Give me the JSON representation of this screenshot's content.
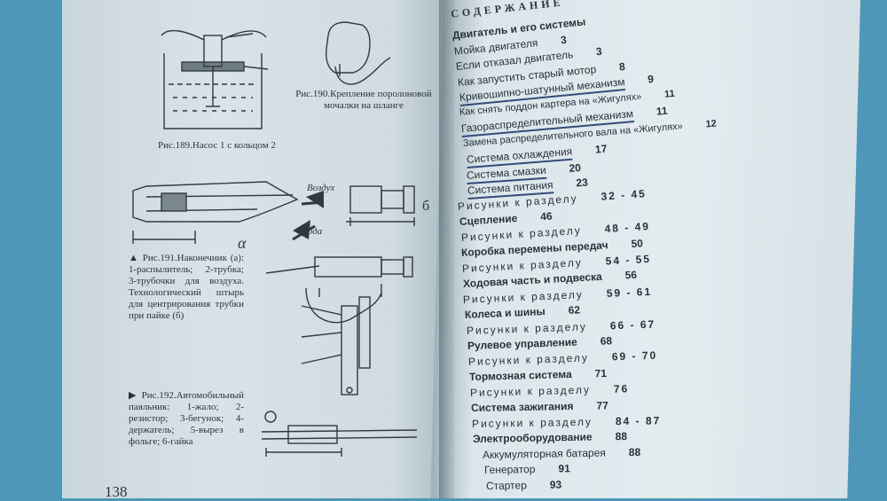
{
  "left_page": {
    "page_number": "138",
    "captions": {
      "fig189": "Рис.189.Насос 1 с кольцом 2",
      "fig190": "Рис.190.Крепление поролоновой мочалки на шланге",
      "fig191": "▲ Рис.191.Наконечник (а): 1-распылитель; 2-трубка; 3-трубочки для воздуха. Технологический штырь для центрирования трубки при пайке (б)",
      "fig192": "▶ Рис.192.Автомобильный паяльник: 1-жало; 2-резистор; 3-бегунок; 4-держатель; 5-вырез в фольге; 6-гайка"
    },
    "drawing_labels": {
      "air": "Воздух",
      "water": "Вода",
      "alpha": "α",
      "b": "б"
    }
  },
  "right_page": {
    "heading": "СОДЕРЖАНИЕ",
    "entries": [
      {
        "text": "Двигатель и его системы",
        "page": ""
      },
      {
        "text": "Мойка двигателя",
        "page": "3"
      },
      {
        "text": "Если отказал двигатель",
        "page": "3"
      },
      {
        "text": "Как запустить старый мотор",
        "page": "8"
      },
      {
        "text": "Кривошипно-шатунный механизм",
        "page": "9"
      },
      {
        "text": "Как снять поддон картера на «Жигулях»",
        "page": "11"
      },
      {
        "text": "Газораспределительный механизм",
        "page": "11"
      },
      {
        "text": "Замена распределительного вала на «Жигулях»",
        "page": "12"
      },
      {
        "text": "Система охлаждения",
        "page": "17"
      },
      {
        "text": "Система смазки",
        "page": "20"
      },
      {
        "text": "Система питания",
        "page": "23"
      },
      {
        "text": "Рисунки к разделу",
        "page": "32 - 45"
      },
      {
        "text": "Сцепление",
        "page": "46"
      },
      {
        "text": "Рисунки к разделу",
        "page": "48 - 49"
      },
      {
        "text": "Коробка перемены передач",
        "page": "50"
      },
      {
        "text": "Рисунки к разделу",
        "page": "54 - 55"
      },
      {
        "text": "Ходовая часть и подвеска",
        "page": "56"
      },
      {
        "text": "Рисунки к разделу",
        "page": "59 - 61"
      },
      {
        "text": "Колеса и шины",
        "page": "62"
      },
      {
        "text": "Рисунки к разделу",
        "page": "66 - 67"
      },
      {
        "text": "Рулевое управление",
        "page": "68"
      },
      {
        "text": "Рисунки к разделу",
        "page": "69 - 70"
      },
      {
        "text": "Тормозная система",
        "page": "71"
      },
      {
        "text": "Рисунки к разделу",
        "page": "76"
      },
      {
        "text": "Система зажигания",
        "page": "77"
      },
      {
        "text": "Рисунки к разделу",
        "page": "84 - 87"
      },
      {
        "text": "Электрооборудование",
        "page": "88"
      },
      {
        "text": "Аккумуляторная батарея",
        "page": "88"
      },
      {
        "text": "Генератор",
        "page": "91"
      },
      {
        "text": "Стартер",
        "page": "93"
      }
    ]
  },
  "colors": {
    "background": "#4f97b8",
    "paper": "#dbe6ea",
    "ink": "#27313a",
    "underline": "#334a7a"
  }
}
